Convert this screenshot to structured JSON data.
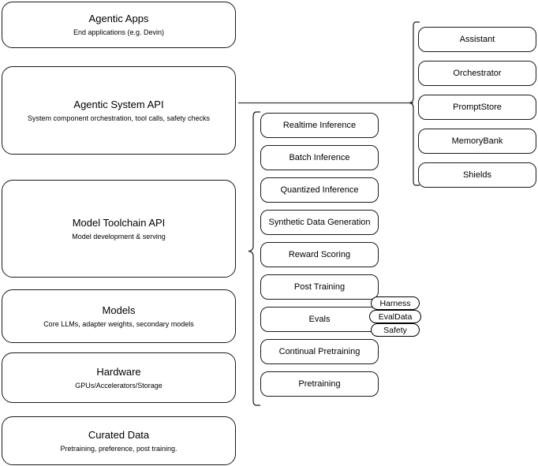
{
  "diagram": {
    "title": "Agentic AI stack layer diagram",
    "line_color": "#1a1a1a",
    "background": "#ffffff"
  },
  "layers": [
    {
      "name": "agentic-apps",
      "title": "Agentic Apps",
      "subtitle": "End applications (e.g. Devin)"
    },
    {
      "name": "agentic-system-api",
      "title": "Agentic System API",
      "subtitle": "System component orchestration, tool calls, safety checks"
    },
    {
      "name": "model-toolchain-api",
      "title": "Model Toolchain API",
      "subtitle": "Model development & serving"
    },
    {
      "name": "models",
      "title": "Models",
      "subtitle": "Core LLMs, adapter weights, secondary models"
    },
    {
      "name": "hardware",
      "title": "Hardware",
      "subtitle": "GPUs/Accelerators/Storage"
    },
    {
      "name": "curated-data",
      "title": "Curated Data",
      "subtitle": "Pretraining, preference, post training."
    }
  ],
  "toolchain_capabilities": [
    {
      "name": "realtime-inference",
      "label": "Realtime Inference"
    },
    {
      "name": "batch-inference",
      "label": "Batch Inference"
    },
    {
      "name": "quantized-inference",
      "label": "Quantized Inference"
    },
    {
      "name": "synthetic-data-generation",
      "label": "Synthetic Data Generation"
    },
    {
      "name": "reward-scoring",
      "label": "Reward Scoring"
    },
    {
      "name": "post-training",
      "label": "Post Training"
    },
    {
      "name": "evals",
      "label": "Evals"
    },
    {
      "name": "continual-pretraining",
      "label": "Continual Pretraining"
    },
    {
      "name": "pretraining",
      "label": "Pretraining"
    }
  ],
  "system_components": [
    {
      "name": "assistant",
      "label": "Assistant"
    },
    {
      "name": "orchestrator",
      "label": "Orchestrator"
    },
    {
      "name": "promptstore",
      "label": "PromptStore"
    },
    {
      "name": "memorybank",
      "label": "MemoryBank"
    },
    {
      "name": "shields",
      "label": "Shields"
    }
  ],
  "eval_badges": [
    {
      "name": "harness",
      "label": "Harness"
    },
    {
      "name": "evaldata",
      "label": "EvalData"
    },
    {
      "name": "safety",
      "label": "Safety"
    }
  ]
}
